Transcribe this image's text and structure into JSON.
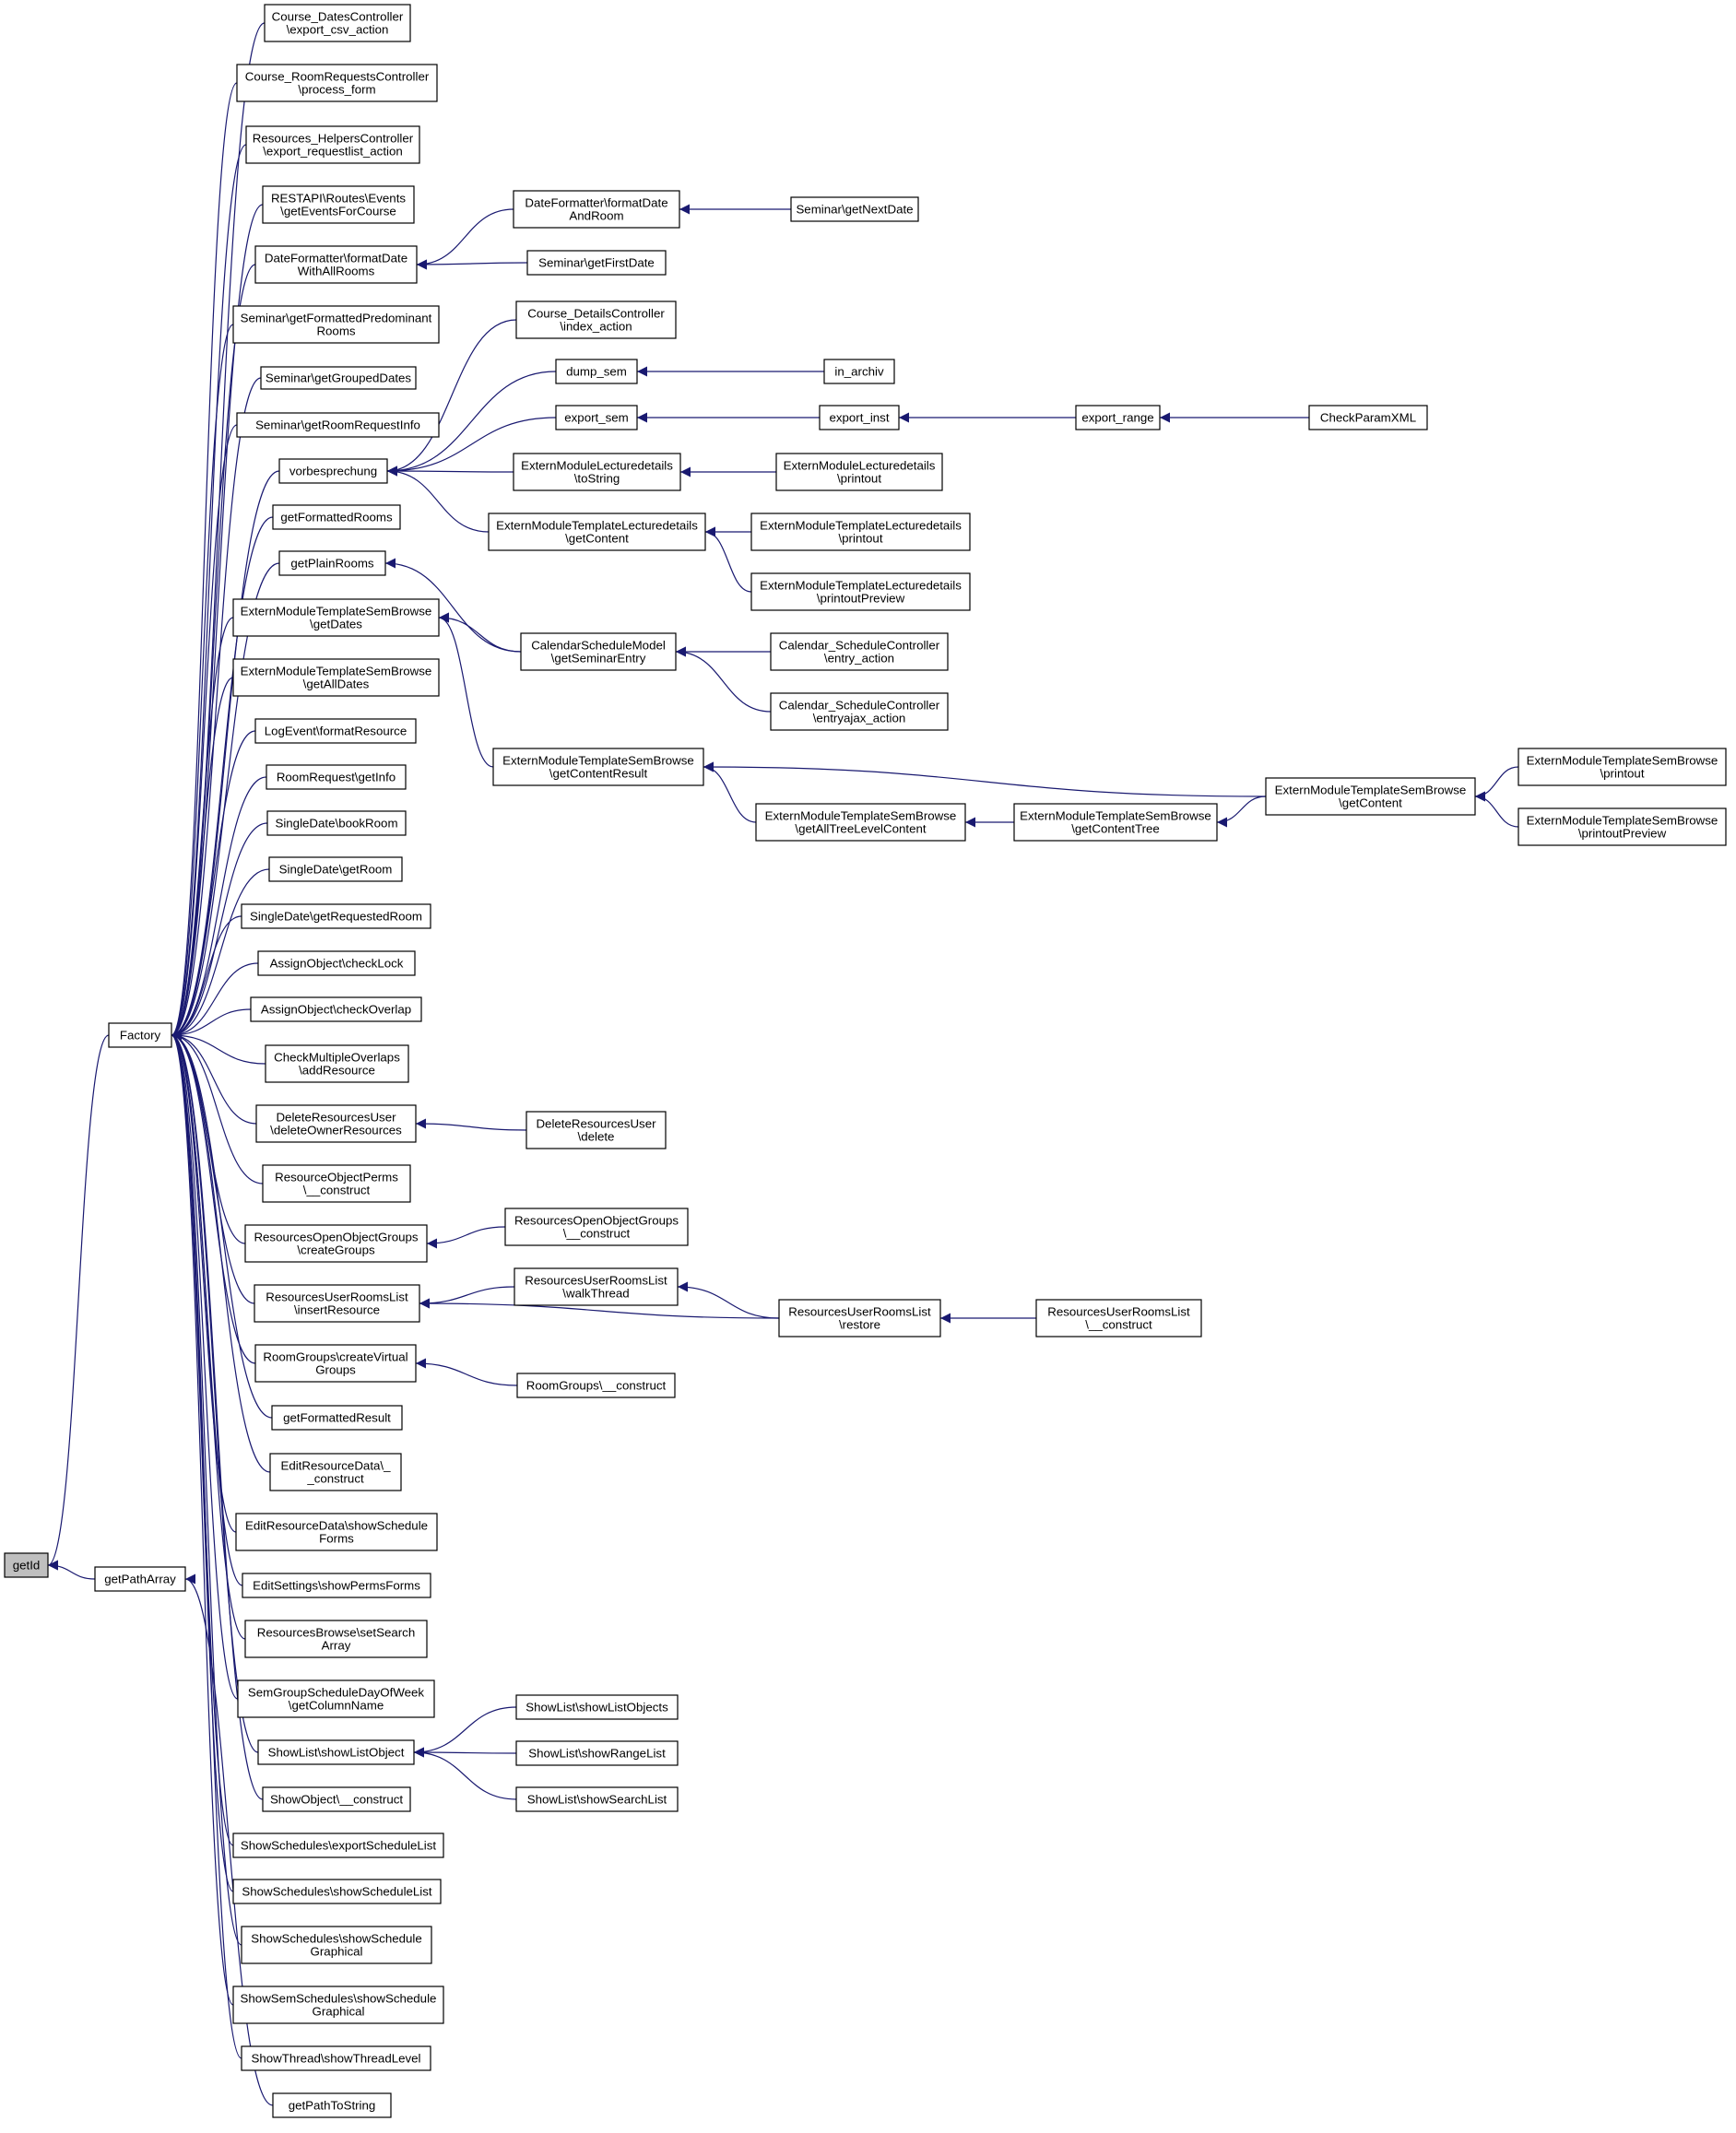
{
  "graph": {
    "edge_color": "#191970",
    "node_border_color": "#000000",
    "highlight_fill": "#bfbfbf",
    "nodes": [
      {
        "id": "getId",
        "lines": [
          "getId"
        ],
        "highlight": true
      },
      {
        "id": "Factory",
        "lines": [
          "Factory"
        ]
      },
      {
        "id": "getPathArray",
        "lines": [
          "getPathArray"
        ]
      },
      {
        "id": "n1",
        "lines": [
          "Course_DatesController",
          "\\export_csv_action"
        ]
      },
      {
        "id": "n2",
        "lines": [
          "Course_RoomRequestsController",
          "\\process_form"
        ]
      },
      {
        "id": "n3",
        "lines": [
          "Resources_HelpersController",
          "\\export_requestlist_action"
        ]
      },
      {
        "id": "n4",
        "lines": [
          "RESTAPI\\Routes\\Events",
          "\\getEventsForCourse"
        ]
      },
      {
        "id": "n5",
        "lines": [
          "DateFormatter\\formatDate",
          "WithAllRooms"
        ]
      },
      {
        "id": "n6",
        "lines": [
          "Seminar\\getFormattedPredominant",
          "Rooms"
        ]
      },
      {
        "id": "n7",
        "lines": [
          "Seminar\\getGroupedDates"
        ]
      },
      {
        "id": "n8",
        "lines": [
          "Seminar\\getRoomRequestInfo"
        ]
      },
      {
        "id": "n9",
        "lines": [
          "vorbesprechung"
        ]
      },
      {
        "id": "n10",
        "lines": [
          "getFormattedRooms"
        ]
      },
      {
        "id": "n11",
        "lines": [
          "getPlainRooms"
        ]
      },
      {
        "id": "n12",
        "lines": [
          "ExternModuleTemplateSemBrowse",
          "\\getDates"
        ]
      },
      {
        "id": "n13",
        "lines": [
          "ExternModuleTemplateSemBrowse",
          "\\getAllDates"
        ]
      },
      {
        "id": "n14",
        "lines": [
          "LogEvent\\formatResource"
        ]
      },
      {
        "id": "n15",
        "lines": [
          "RoomRequest\\getInfo"
        ]
      },
      {
        "id": "n16",
        "lines": [
          "SingleDate\\bookRoom"
        ]
      },
      {
        "id": "n17",
        "lines": [
          "SingleDate\\getRoom"
        ]
      },
      {
        "id": "n18",
        "lines": [
          "SingleDate\\getRequestedRoom"
        ]
      },
      {
        "id": "n19",
        "lines": [
          "AssignObject\\checkLock"
        ]
      },
      {
        "id": "n20",
        "lines": [
          "AssignObject\\checkOverlap"
        ]
      },
      {
        "id": "n21",
        "lines": [
          "CheckMultipleOverlaps",
          "\\addResource"
        ]
      },
      {
        "id": "n22",
        "lines": [
          "DeleteResourcesUser",
          "\\deleteOwnerResources"
        ]
      },
      {
        "id": "n23",
        "lines": [
          "ResourceObjectPerms",
          "\\__construct"
        ]
      },
      {
        "id": "n24",
        "lines": [
          "ResourcesOpenObjectGroups",
          "\\createGroups"
        ]
      },
      {
        "id": "n25",
        "lines": [
          "ResourcesUserRoomsList",
          "\\insertResource"
        ]
      },
      {
        "id": "n26",
        "lines": [
          "RoomGroups\\createVirtual",
          "Groups"
        ]
      },
      {
        "id": "n27",
        "lines": [
          "getFormattedResult"
        ]
      },
      {
        "id": "n28",
        "lines": [
          "EditResourceData\\_",
          "_construct"
        ]
      },
      {
        "id": "n29",
        "lines": [
          "EditResourceData\\showSchedule",
          "Forms"
        ]
      },
      {
        "id": "n30",
        "lines": [
          "EditSettings\\showPermsForms"
        ]
      },
      {
        "id": "n31",
        "lines": [
          "ResourcesBrowse\\setSearch",
          "Array"
        ]
      },
      {
        "id": "n32",
        "lines": [
          "SemGroupScheduleDayOfWeek",
          "\\getColumnName"
        ]
      },
      {
        "id": "n33",
        "lines": [
          "ShowList\\showListObject"
        ]
      },
      {
        "id": "n34",
        "lines": [
          "ShowObject\\__construct"
        ]
      },
      {
        "id": "n35",
        "lines": [
          "ShowSchedules\\exportScheduleList"
        ]
      },
      {
        "id": "n36",
        "lines": [
          "ShowSchedules\\showScheduleList"
        ]
      },
      {
        "id": "n37",
        "lines": [
          "ShowSchedules\\showSchedule",
          "Graphical"
        ]
      },
      {
        "id": "n38",
        "lines": [
          "ShowSemSchedules\\showSchedule",
          "Graphical"
        ]
      },
      {
        "id": "n39",
        "lines": [
          "ShowThread\\showThreadLevel"
        ]
      },
      {
        "id": "n40",
        "lines": [
          "getPathToString"
        ]
      },
      {
        "id": "c1",
        "lines": [
          "DateFormatter\\formatDate",
          "AndRoom"
        ]
      },
      {
        "id": "c2",
        "lines": [
          "Seminar\\getFirstDate"
        ]
      },
      {
        "id": "c3",
        "lines": [
          "Course_DetailsController",
          "\\index_action"
        ]
      },
      {
        "id": "c4",
        "lines": [
          "dump_sem"
        ]
      },
      {
        "id": "c5",
        "lines": [
          "export_sem"
        ]
      },
      {
        "id": "c6",
        "lines": [
          "ExternModuleLecturedetails",
          "\\toString"
        ]
      },
      {
        "id": "c7",
        "lines": [
          "ExternModuleTemplateLecturedetails",
          "\\getContent"
        ]
      },
      {
        "id": "c8",
        "lines": [
          "CalendarScheduleModel",
          "\\getSeminarEntry"
        ]
      },
      {
        "id": "c9",
        "lines": [
          "ExternModuleTemplateSemBrowse",
          "\\getContentResult"
        ]
      },
      {
        "id": "c10",
        "lines": [
          "DeleteResourcesUser",
          "\\delete"
        ]
      },
      {
        "id": "c11",
        "lines": [
          "ResourcesOpenObjectGroups",
          "\\__construct"
        ]
      },
      {
        "id": "c12",
        "lines": [
          "ResourcesUserRoomsList",
          "\\walkThread"
        ]
      },
      {
        "id": "c13",
        "lines": [
          "RoomGroups\\__construct"
        ]
      },
      {
        "id": "c14",
        "lines": [
          "ShowList\\showListObjects"
        ]
      },
      {
        "id": "c15",
        "lines": [
          "ShowList\\showRangeList"
        ]
      },
      {
        "id": "c16",
        "lines": [
          "ShowList\\showSearchList"
        ]
      },
      {
        "id": "d1",
        "lines": [
          "Seminar\\getNextDate"
        ]
      },
      {
        "id": "d2",
        "lines": [
          "in_archiv"
        ]
      },
      {
        "id": "d3",
        "lines": [
          "export_inst"
        ]
      },
      {
        "id": "d4",
        "lines": [
          "ExternModuleLecturedetails",
          "\\printout"
        ]
      },
      {
        "id": "d5",
        "lines": [
          "ExternModuleTemplateLecturedetails",
          "\\printout"
        ]
      },
      {
        "id": "d6",
        "lines": [
          "ExternModuleTemplateLecturedetails",
          "\\printoutPreview"
        ]
      },
      {
        "id": "d7",
        "lines": [
          "Calendar_ScheduleController",
          "\\entry_action"
        ]
      },
      {
        "id": "d8",
        "lines": [
          "Calendar_ScheduleController",
          "\\entryajax_action"
        ]
      },
      {
        "id": "d9",
        "lines": [
          "ExternModuleTemplateSemBrowse",
          "\\getAllTreeLevelContent"
        ]
      },
      {
        "id": "d10",
        "lines": [
          "ResourcesUserRoomsList",
          "\\restore"
        ]
      },
      {
        "id": "e1",
        "lines": [
          "export_range"
        ]
      },
      {
        "id": "e2",
        "lines": [
          "ExternModuleTemplateSemBrowse",
          "\\getContentTree"
        ]
      },
      {
        "id": "e3",
        "lines": [
          "ResourcesUserRoomsList",
          "\\__construct"
        ]
      },
      {
        "id": "f1",
        "lines": [
          "CheckParamXML"
        ]
      },
      {
        "id": "f2",
        "lines": [
          "ExternModuleTemplateSemBrowse",
          "\\getContent"
        ]
      },
      {
        "id": "g1",
        "lines": [
          "ExternModuleTemplateSemBrowse",
          "\\printout"
        ]
      },
      {
        "id": "g2",
        "lines": [
          "ExternModuleTemplateSemBrowse",
          "\\printoutPreview"
        ]
      }
    ],
    "edges": [
      [
        "Factory",
        "getId"
      ],
      [
        "getPathArray",
        "getId"
      ],
      [
        "n1",
        "Factory"
      ],
      [
        "n2",
        "Factory"
      ],
      [
        "n3",
        "Factory"
      ],
      [
        "n4",
        "Factory"
      ],
      [
        "n5",
        "Factory"
      ],
      [
        "n6",
        "Factory"
      ],
      [
        "n7",
        "Factory"
      ],
      [
        "n8",
        "Factory"
      ],
      [
        "n9",
        "Factory"
      ],
      [
        "n10",
        "Factory"
      ],
      [
        "n11",
        "Factory"
      ],
      [
        "n12",
        "Factory"
      ],
      [
        "n13",
        "Factory"
      ],
      [
        "n14",
        "Factory"
      ],
      [
        "n15",
        "Factory"
      ],
      [
        "n16",
        "Factory"
      ],
      [
        "n17",
        "Factory"
      ],
      [
        "n18",
        "Factory"
      ],
      [
        "n19",
        "Factory"
      ],
      [
        "n20",
        "Factory"
      ],
      [
        "n21",
        "Factory"
      ],
      [
        "n22",
        "Factory"
      ],
      [
        "n23",
        "Factory"
      ],
      [
        "n24",
        "Factory"
      ],
      [
        "n25",
        "Factory"
      ],
      [
        "n26",
        "Factory"
      ],
      [
        "n27",
        "Factory"
      ],
      [
        "n28",
        "Factory"
      ],
      [
        "n29",
        "Factory"
      ],
      [
        "n30",
        "Factory"
      ],
      [
        "n31",
        "Factory"
      ],
      [
        "n32",
        "Factory"
      ],
      [
        "n33",
        "Factory"
      ],
      [
        "n34",
        "Factory"
      ],
      [
        "n35",
        "Factory"
      ],
      [
        "n36",
        "Factory"
      ],
      [
        "n37",
        "Factory"
      ],
      [
        "n38",
        "Factory"
      ],
      [
        "n39",
        "Factory"
      ],
      [
        "n40",
        "getPathArray"
      ],
      [
        "c1",
        "n5"
      ],
      [
        "c2",
        "n5"
      ],
      [
        "d1",
        "c1"
      ],
      [
        "c3",
        "n9"
      ],
      [
        "c4",
        "n9"
      ],
      [
        "c5",
        "n9"
      ],
      [
        "c6",
        "n9"
      ],
      [
        "c7",
        "n9"
      ],
      [
        "d2",
        "c4"
      ],
      [
        "d3",
        "c5"
      ],
      [
        "e1",
        "d3"
      ],
      [
        "f1",
        "e1"
      ],
      [
        "d4",
        "c6"
      ],
      [
        "d5",
        "c7"
      ],
      [
        "d6",
        "c7"
      ],
      [
        "c8",
        "n11"
      ],
      [
        "c8",
        "n12"
      ],
      [
        "d7",
        "c8"
      ],
      [
        "d8",
        "c8"
      ],
      [
        "c9",
        "n12"
      ],
      [
        "f2",
        "c9"
      ],
      [
        "d9",
        "c9"
      ],
      [
        "e2",
        "d9"
      ],
      [
        "f2",
        "e2"
      ],
      [
        "g1",
        "f2"
      ],
      [
        "g2",
        "f2"
      ],
      [
        "c10",
        "n22"
      ],
      [
        "c11",
        "n24"
      ],
      [
        "c12",
        "n25"
      ],
      [
        "d10",
        "n25"
      ],
      [
        "d10",
        "c12"
      ],
      [
        "e3",
        "d10"
      ],
      [
        "c13",
        "n26"
      ],
      [
        "c14",
        "n33"
      ],
      [
        "c15",
        "n33"
      ],
      [
        "c16",
        "n33"
      ]
    ]
  }
}
